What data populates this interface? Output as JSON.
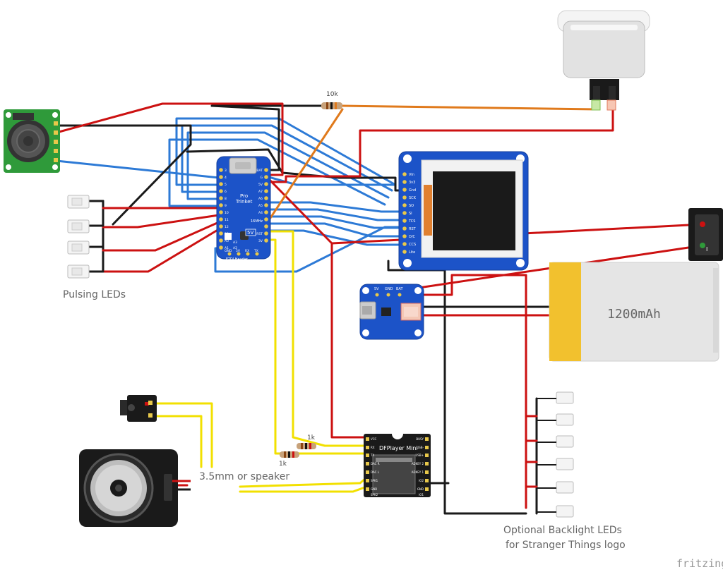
{
  "labels": {
    "pulsing_leds": "Pulsing LEDs",
    "audio_output": "3.5mm or speaker",
    "backlight_line1": "Optional Backlight LEDs",
    "backlight_line2": "for Stranger Things logo",
    "brand": "fritzing"
  },
  "resistors": {
    "top": "10k",
    "upper": "1k",
    "lower": "1k"
  },
  "battery": {
    "capacity": "1200mAh"
  },
  "trinket": {
    "line1": "Pro",
    "line2": "Trinket",
    "volt": "5V",
    "freq": "16MHz",
    "ftdi": "FTDI Header",
    "left_pins": [
      "3",
      "4",
      "5",
      "6",
      "8",
      "9",
      "10",
      "11",
      "12",
      "13",
      "A0",
      "A1",
      "A2",
      "A3"
    ],
    "right_pins": [
      "BAT",
      "G",
      "5V",
      "A7",
      "A6",
      "A5",
      "A4",
      "RST",
      "3V"
    ],
    "bottom_pins": [
      "GND",
      "5V",
      "RX",
      "TX"
    ]
  },
  "display": {
    "pins": [
      "Vin",
      "3v3",
      "Gnd",
      "SCK",
      "SO",
      "SI",
      "TCS",
      "RST",
      "D/C",
      "CCS",
      "Lite"
    ]
  },
  "charger": {
    "pins": [
      "5V",
      "GND",
      "BAT"
    ]
  },
  "dfplayer": {
    "title": "DFPlayer Mini",
    "left_pins": [
      "VCC",
      "RX",
      "TX",
      "DAC R",
      "DAC L",
      "SPK1",
      "GND",
      "SPK2"
    ],
    "right_pins": [
      "BUSY",
      "USB-",
      "USB+",
      "ADKEY 2",
      "ADKEY 1",
      "IO2",
      "GND",
      "IO1"
    ]
  },
  "switch": {
    "on_label": "I"
  },
  "colors": {
    "red_wire": "#cc1111",
    "black_wire": "#1a1a1a",
    "blue_wire": "#2d7ad6",
    "yellow_wire": "#f2e000",
    "orange_wire": "#e07a1c",
    "pcb_blue": "#1c53c8",
    "pcb_green": "#2f9a3a",
    "battery_yellow": "#f2c12e",
    "battery_grey": "#e5e5e5"
  },
  "icons": [
    "arcade-button-icon",
    "ultrasonic-sensor-icon",
    "led-icon",
    "speaker-icon",
    "audio-jack-icon",
    "rocker-switch-icon"
  ]
}
